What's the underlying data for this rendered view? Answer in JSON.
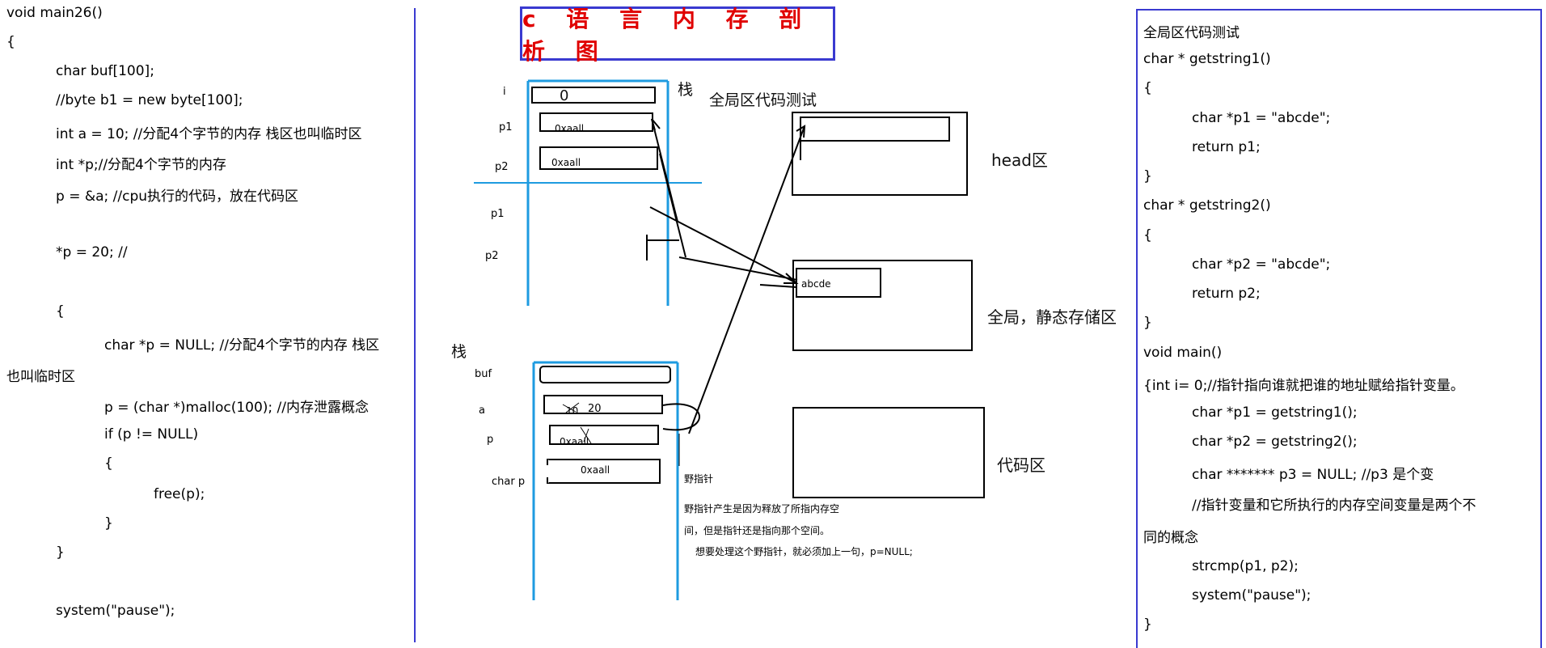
{
  "left_code": [
    "void main26()",
    "{",
    "char buf[100];",
    "//byte b1 = new byte[100];",
    "int a = 10; //分配4个字节的内存 栈区也叫临时区",
    "int *p;//分配4个字节的内存",
    "p = &a; //cpu执行的代码，放在代码区",
    "*p = 20; //",
    "{",
    "char  *p  =  NULL; //分配4个字节的内存  栈区",
    "也叫临时区",
    "p = (char *)malloc(100); //内存泄露概念",
    "if (p != NULL)",
    "{",
    "free(p);",
    "}",
    "}",
    "system(\"pause\");"
  ],
  "title": "c 语 言 内 存 剖 析 图",
  "diagram": {
    "stack_top_label": "栈",
    "global_test_label": "全局区代码测试",
    "top_stack_vars": [
      "i",
      "p1",
      "p2",
      "p1",
      "p2"
    ],
    "top_cell_i": "0",
    "top_cell_p1": "0xaall",
    "top_cell_p2": "0xaall",
    "head_label": "head区",
    "global_static_label": "全局，静态存储区",
    "abcde": "abcde",
    "code_label": "代码区",
    "stack_bottom_label": "栈",
    "bottom_stack_vars": [
      "buf",
      "a",
      "p",
      "char p"
    ],
    "bottom_cell_a_old": "10",
    "bottom_cell_a": "20",
    "bottom_cell_p": "0xaall",
    "bottom_cell_charp": "0xaall",
    "wild_title": "野指针",
    "wild_text_1": "野指针产生是因为释放了所指内存空",
    "wild_text_2": "间，但是指针还是指向那个空间。",
    "wild_text_3": "想要处理这个野指针，就必须加上一句，p=NULL;"
  },
  "right_code": [
    "全局区代码测试",
    "char * getstring1()",
    "{",
    "char *p1 = \"abcde\";",
    "return p1;",
    "}",
    "char * getstring2()",
    "{",
    "char *p2 = \"abcde\";",
    "return p2;",
    "}",
    "void main()",
    "{int i= 0;//指针指向谁就把谁的地址赋给指针变量。",
    "char *p1 = getstring1();",
    "char *p2 = getstring2();",
    "char *******     p3 = NULL; //p3 是个变",
    "//指针变量和它所执行的内存空间变量是两个不",
    "同的概念",
    "strcmp(p1, p2);",
    "system(\"pause\");",
    "}"
  ],
  "colors": {
    "panel_border": "#3a3ad0",
    "stack_line": "#1e9be0",
    "title_red": "#e00000"
  }
}
